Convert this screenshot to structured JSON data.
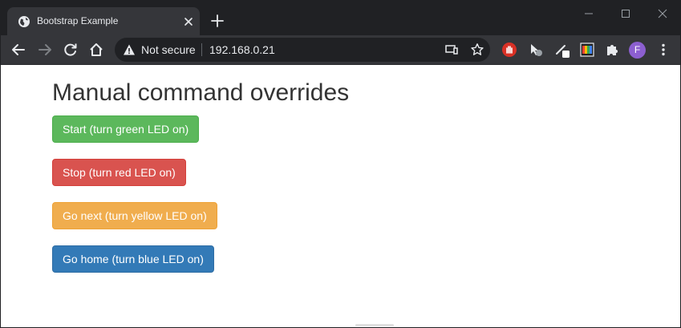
{
  "browser": {
    "tab_title": "Bootstrap Example",
    "security_label": "Not secure",
    "url": "192.168.0.21",
    "profile_initial": "F"
  },
  "page": {
    "heading": "Manual command overrides",
    "buttons": [
      {
        "label": "Start (turn green LED on)",
        "bg": "#5cb85c",
        "border": "#4cae4c"
      },
      {
        "label": "Stop (turn red LED on)",
        "bg": "#d9534f",
        "border": "#d43f3a"
      },
      {
        "label": "Go next (turn yellow LED on)",
        "bg": "#f0ad4e",
        "border": "#eea236"
      },
      {
        "label": "Go home (turn blue LED on)",
        "bg": "#337ab7",
        "border": "#2e6da4"
      }
    ]
  },
  "icons": {
    "tab_favicon": "globe-icon",
    "tab_close": "close-icon",
    "new_tab": "plus-icon",
    "back": "back-arrow-icon",
    "forward": "forward-arrow-icon",
    "reload": "reload-icon",
    "home": "home-icon",
    "warning": "warning-icon",
    "cast": "cast-icon",
    "bookmark": "star-icon",
    "extensions": "puzzle-icon",
    "menu": "kebab-menu-icon"
  }
}
